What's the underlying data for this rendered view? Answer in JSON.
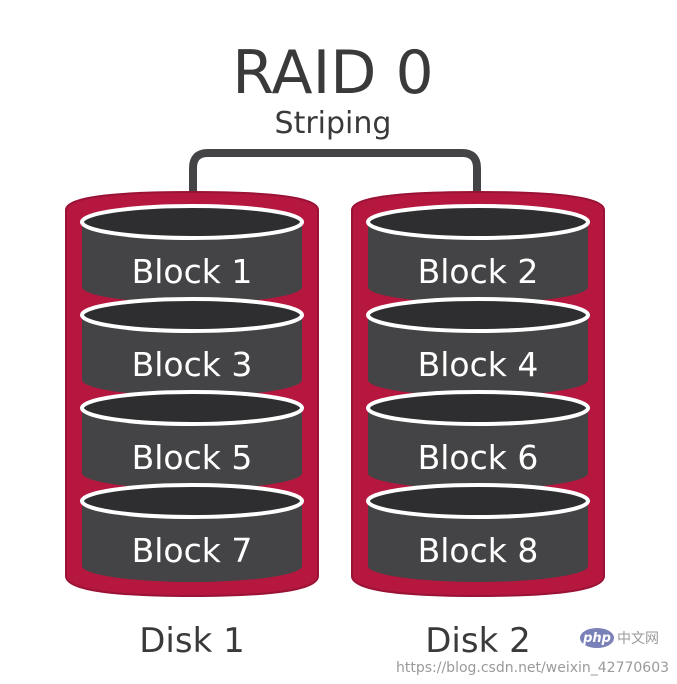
{
  "title": "RAID 0",
  "subtitle": "Striping",
  "colors": {
    "disk_outer": "#b5173f",
    "disk_outer_dark": "#9a1235",
    "block_body": "#444446",
    "block_top": "#2e2e30",
    "block_rim": "#ffffff",
    "connector": "#444446",
    "label_text": "#ffffff",
    "title_text": "#3a3a3a",
    "logo_bg": "#7a80b8"
  },
  "disks": [
    {
      "label": "Disk 1",
      "blocks": [
        "Block 1",
        "Block 3",
        "Block 5",
        "Block 7"
      ]
    },
    {
      "label": "Disk 2",
      "blocks": [
        "Block 2",
        "Block 4",
        "Block 6",
        "Block 8"
      ]
    }
  ],
  "watermark": {
    "logo": "php",
    "logo_suffix": "中文网",
    "url": "https://blog.csdn.net/weixin_42770603"
  }
}
